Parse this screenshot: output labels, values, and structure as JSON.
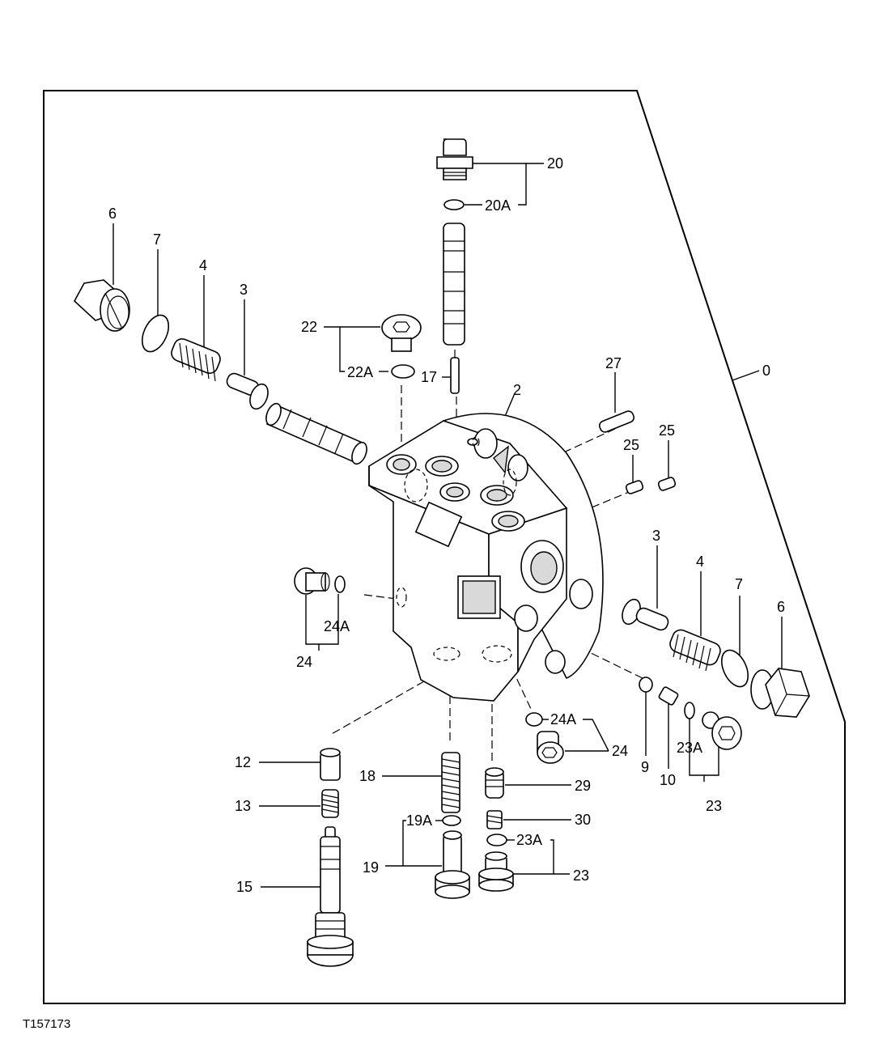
{
  "figure_id": "T157173",
  "callouts": {
    "c0": "0",
    "c2": "2",
    "c3a": "3",
    "c3b": "3",
    "c4a": "4",
    "c4b": "4",
    "c6a": "6",
    "c6b": "6",
    "c7a": "7",
    "c7b": "7",
    "c9": "9",
    "c10": "10",
    "c12": "12",
    "c13": "13",
    "c15": "15",
    "c17": "17",
    "c18": "18",
    "c19": "19",
    "c19a": "19A",
    "c20": "20",
    "c20a": "20A",
    "c22": "22",
    "c22a": "22A",
    "c23a": "23",
    "c23aa": "23A",
    "c23b": "23",
    "c23ab": "23A",
    "c24a": "24",
    "c24aa": "24A",
    "c24b": "24",
    "c24ab": "24A",
    "c25a": "25",
    "c25b": "25",
    "c27": "27",
    "c29": "29",
    "c30": "30"
  }
}
